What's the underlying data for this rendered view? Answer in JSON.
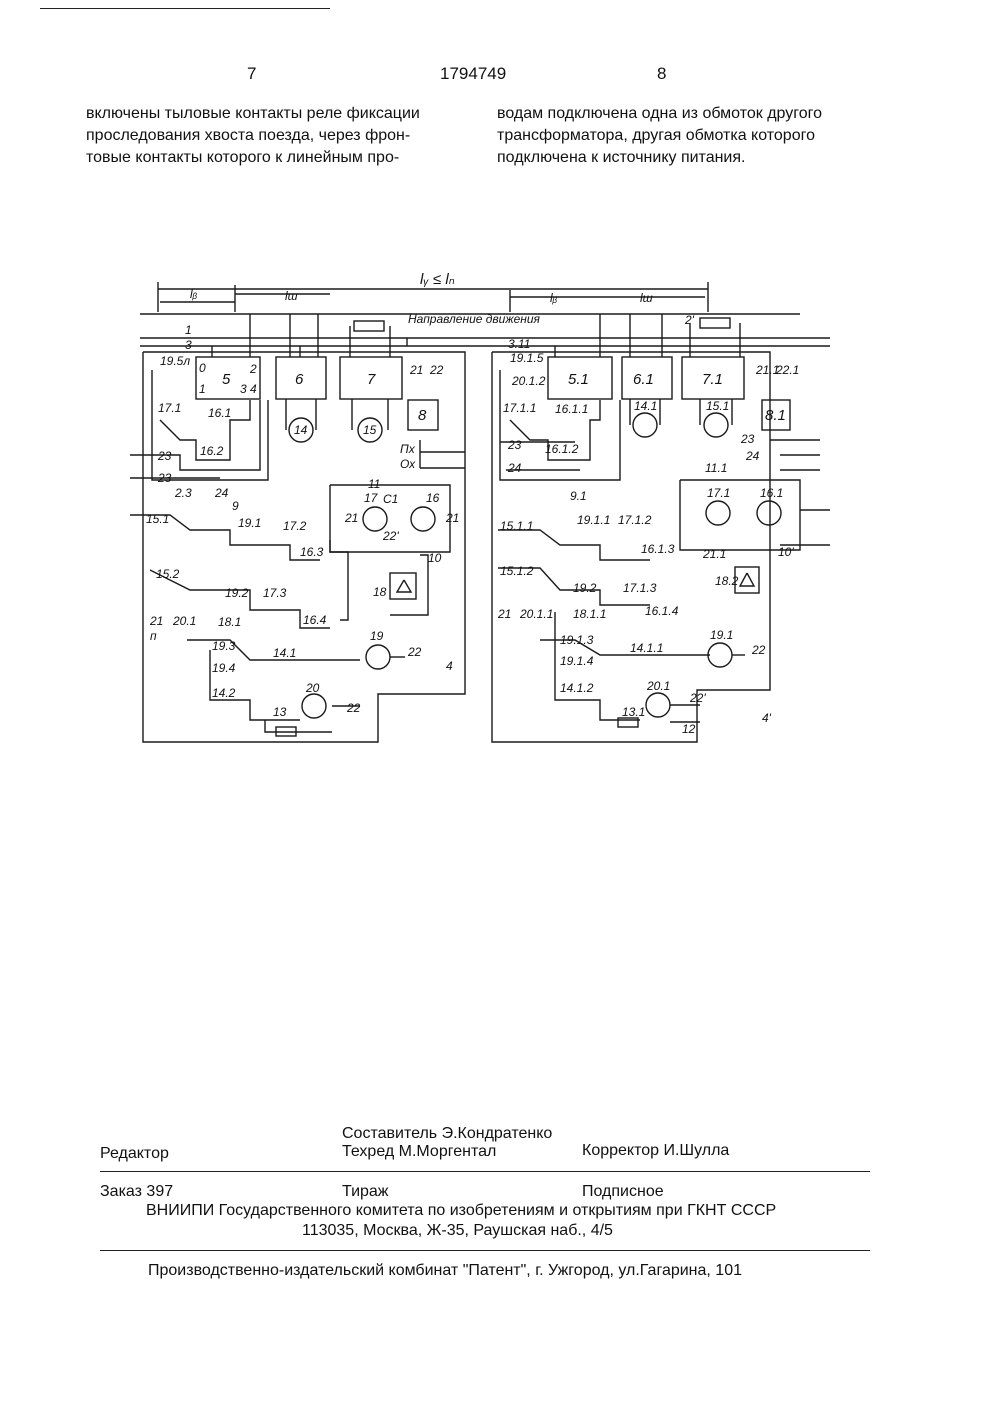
{
  "header": {
    "left_page": "7",
    "patent_number": "1794749",
    "right_page": "8"
  },
  "text": {
    "left_column": [
      "включены тыловые контакты реле фиксации",
      "проследования хвоста поезда, через фрон-",
      "товые контакты которого к линейным про-"
    ],
    "right_column": [
      "водам подключена одна из обмоток другого",
      "трансформатора, другая обмотка которого",
      "подключена к источнику питания."
    ]
  },
  "diagram": {
    "dim_main": "lᵧ ≤ lₙ",
    "dim_left_a": "lᵦ",
    "dim_left_b": "lш",
    "dim_right_a": "lᵦ",
    "dim_right_b": "lш",
    "direction": "Направление движения",
    "line1": "1",
    "line3": "3",
    "line1r": "2'",
    "line3r": "3.11",
    "blocks_left": [
      "5",
      "6",
      "7",
      "8"
    ],
    "blocks_right": [
      "5.1",
      "6.1",
      "7.1",
      "8.1"
    ],
    "circles_left": [
      "14",
      "15",
      "17",
      "16",
      "19",
      "20"
    ],
    "circles_right": [
      "14.1",
      "15.1",
      "17.1",
      "16.1",
      "19.1",
      "20.1"
    ],
    "labels_left": [
      "19.5л",
      "17.1",
      "16.1",
      "16.2",
      "23",
      "23",
      "2.3",
      "24",
      "9",
      "15.1",
      "19.1",
      "17.2",
      "16.3",
      "15.2",
      "19.2",
      "17.3",
      "16.4",
      "21",
      "20.1",
      "п",
      "18.1",
      "19.3",
      "19.4",
      "14.1",
      "14.2",
      "13",
      "22",
      "22",
      "11",
      "С1",
      "21",
      "22'",
      "21",
      "10",
      "18",
      "Пх",
      "Ох",
      "21",
      "22",
      "4"
    ],
    "labels_right": [
      "19.1.5",
      "20.1.2",
      "17.1.1",
      "16.1.1",
      "16.1.2",
      "23",
      "24",
      "9.1",
      "15.1.1",
      "19.1.1",
      "17.1.2",
      "16.1.3",
      "15.1.2",
      "19.2",
      "17.1.3",
      "16.1.4",
      "21",
      "20.1.1",
      "18.1.1",
      "19.1.3",
      "19.1.4",
      "14.1.1",
      "14.1.2",
      "13.1",
      "22'",
      "12",
      "11.1",
      "21.1",
      "10'",
      "18.2",
      "21.1",
      "22.1",
      "23",
      "24",
      "4'",
      "22"
    ],
    "pin_a": "0",
    "pin_b": "1",
    "pin_c": "2",
    "pin_d": "3 4"
  },
  "colophon": {
    "compiler": "Составитель Э.Кондратенко",
    "editor": "Редактор",
    "techred": "Техред М.Моргентал",
    "corrector": "Корректор И.Шулла",
    "order": "Заказ 397",
    "tirazh": "Тираж",
    "podpisnoe": "Подписное",
    "org": "ВНИИПИ Государственного комитета по изобретениям и открытиям при ГКНТ СССР",
    "address": "113035, Москва, Ж-35, Раушская наб., 4/5",
    "publisher": "Производственно-издательский комбинат \"Патент\", г. Ужгород, ул.Гагарина, 101"
  }
}
